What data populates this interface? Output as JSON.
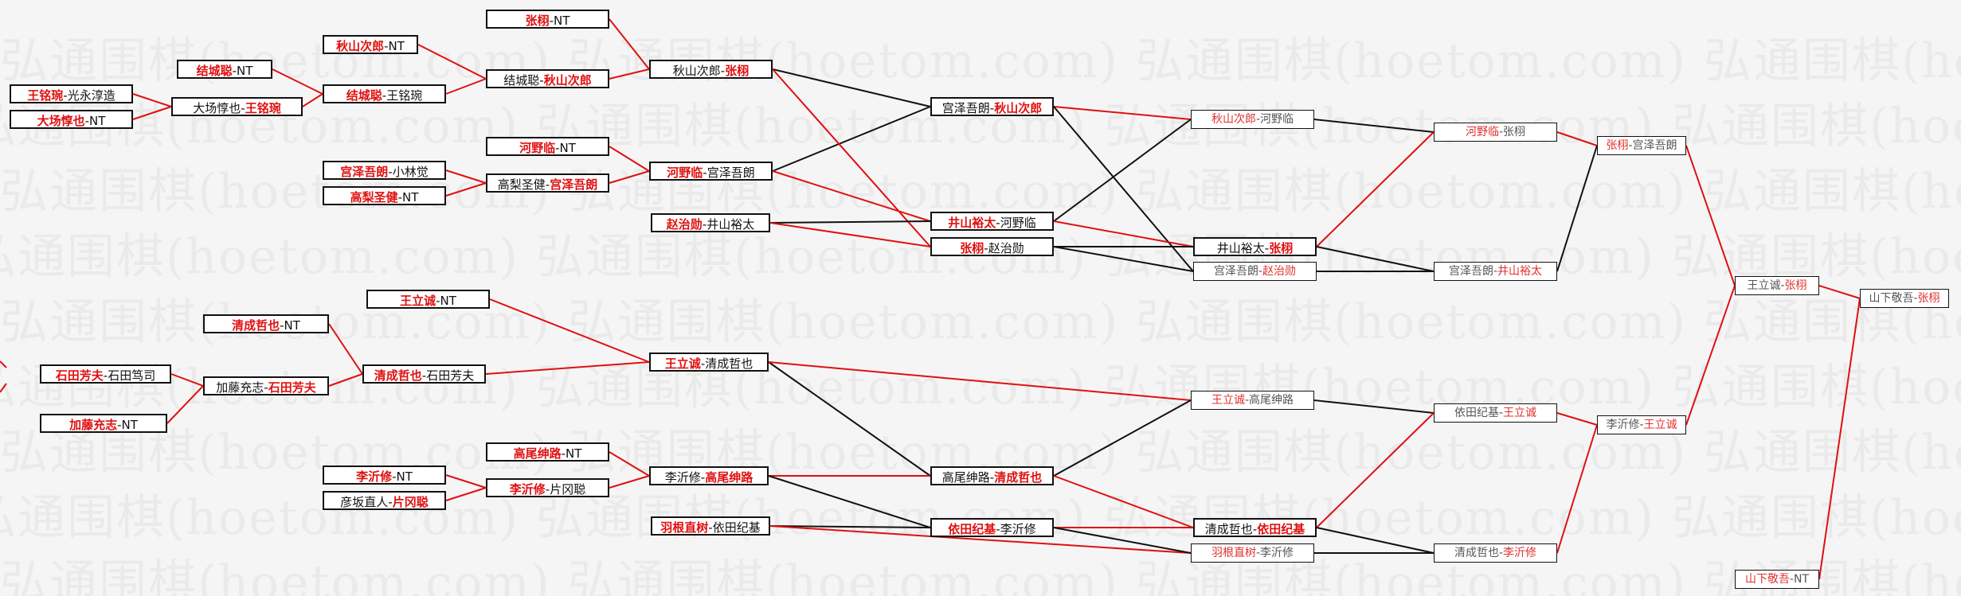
{
  "watermark": "弘通围棋(hoetom.com)",
  "colors": {
    "win_line": "#e01010",
    "normal_line": "#111111"
  },
  "matches": {
    "r1": [
      {
        "id": "m1a",
        "a": "王铭琬",
        "b": "光永淳造",
        "w": "a"
      },
      {
        "id": "m1b",
        "a": "大场惇也",
        "b": "NT",
        "w": "a"
      },
      {
        "id": "m1c",
        "a": "结城聪",
        "b": "NT",
        "w": "a"
      },
      {
        "id": "m1d",
        "a": "秋山次郎",
        "b": "NT",
        "w": "a"
      },
      {
        "id": "m1e",
        "a": "张栩",
        "b": "NT",
        "w": "a"
      },
      {
        "id": "m1f",
        "a": "宫泽吾朗",
        "b": "小林觉",
        "w": "a"
      },
      {
        "id": "m1g",
        "a": "高梨圣健",
        "b": "NT",
        "w": "a"
      },
      {
        "id": "m1h",
        "a": "河野临",
        "b": "NT",
        "w": "a"
      },
      {
        "id": "m1i",
        "a": "赵治勋",
        "b": "井山裕太",
        "w": "a"
      },
      {
        "id": "m1j",
        "a": "王立诚",
        "b": "NT",
        "w": "a"
      },
      {
        "id": "m1k",
        "a": "清成哲也",
        "b": "NT",
        "w": "a"
      },
      {
        "id": "m1l",
        "a": "石田芳夫",
        "b": "石田笃司",
        "w": "a"
      },
      {
        "id": "m1m",
        "a": "加藤充志",
        "b": "NT",
        "w": "a"
      },
      {
        "id": "m1n",
        "a": "高尾绅路",
        "b": "NT",
        "w": "a"
      },
      {
        "id": "m1o",
        "a": "李沂修",
        "b": "NT",
        "w": "a"
      },
      {
        "id": "m1p",
        "a": "彦坂直人",
        "b": "片冈聪",
        "w": "b"
      },
      {
        "id": "m1q",
        "a": "羽根直树",
        "b": "依田纪基",
        "w": "a"
      }
    ],
    "r2": [
      {
        "id": "m2a",
        "a": "大场惇也",
        "b": "王铭琬",
        "w": "b"
      },
      {
        "id": "m2b",
        "a": "结城聪",
        "b": "王铭琬",
        "w": "a"
      },
      {
        "id": "m2c",
        "a": "结城聪",
        "b": "秋山次郎",
        "w": "b"
      },
      {
        "id": "m2d",
        "a": "高梨圣健",
        "b": "宫泽吾朗",
        "w": "b"
      },
      {
        "id": "m2e",
        "a": "加藤充志",
        "b": "石田芳夫",
        "w": "b"
      },
      {
        "id": "m2f",
        "a": "清成哲也",
        "b": "石田芳夫",
        "w": "a"
      },
      {
        "id": "m2g",
        "a": "李沂修",
        "b": "片冈聪",
        "w": "a"
      }
    ],
    "r3": [
      {
        "id": "m3a",
        "a": "秋山次郎",
        "b": "张栩",
        "w": "b"
      },
      {
        "id": "m3b",
        "a": "河野临",
        "b": "宫泽吾朗",
        "w": "a"
      },
      {
        "id": "m3c",
        "a": "王立诚",
        "b": "清成哲也",
        "w": "a"
      },
      {
        "id": "m3d",
        "a": "李沂修",
        "b": "高尾绅路",
        "w": "b"
      }
    ],
    "r4": [
      {
        "id": "m4a",
        "a": "宫泽吾朗",
        "b": "秋山次郎",
        "w": "b"
      },
      {
        "id": "m4b",
        "a": "井山裕太",
        "b": "河野临",
        "w": "a"
      },
      {
        "id": "m4c",
        "a": "张栩",
        "b": "赵治勋",
        "w": "a"
      },
      {
        "id": "m4d",
        "a": "高尾绅路",
        "b": "清成哲也",
        "w": "b"
      },
      {
        "id": "m4e",
        "a": "依田纪基",
        "b": "李沂修",
        "w": "a"
      }
    ],
    "r5": [
      {
        "id": "m5a",
        "a": "秋山次郎",
        "b": "河野临",
        "w": "a"
      },
      {
        "id": "m5b",
        "a": "井山裕太",
        "b": "张栩",
        "w": "b"
      },
      {
        "id": "m5c",
        "a": "宫泽吾朗",
        "b": "赵治勋",
        "w": "b"
      },
      {
        "id": "m5d",
        "a": "王立诚",
        "b": "高尾绅路",
        "w": "a"
      },
      {
        "id": "m5e",
        "a": "清成哲也",
        "b": "依田纪基",
        "w": "b"
      },
      {
        "id": "m5f",
        "a": "羽根直树",
        "b": "李沂修",
        "w": "a"
      }
    ],
    "r6": [
      {
        "id": "m6a",
        "a": "河野临",
        "b": "张栩",
        "w": "a"
      },
      {
        "id": "m6b",
        "a": "宫泽吾朗",
        "b": "井山裕太",
        "w": "b"
      },
      {
        "id": "m6c",
        "a": "依田纪基",
        "b": "王立诚",
        "w": "b"
      },
      {
        "id": "m6d",
        "a": "清成哲也",
        "b": "李沂修",
        "w": "b"
      }
    ],
    "r7": [
      {
        "id": "m7a",
        "a": "张栩",
        "b": "宫泽吾朗",
        "w": "a"
      },
      {
        "id": "m7b",
        "a": "李沂修",
        "b": "王立诚",
        "w": "b"
      }
    ],
    "r8": [
      {
        "id": "m8a",
        "a": "王立诚",
        "b": "张栩",
        "w": "b"
      },
      {
        "id": "m8b",
        "a": "山下敬吾",
        "b": "NT",
        "w": "a"
      }
    ],
    "final": [
      {
        "id": "m9a",
        "a": "山下敬吾",
        "b": "张栩",
        "w": "b"
      }
    ]
  }
}
